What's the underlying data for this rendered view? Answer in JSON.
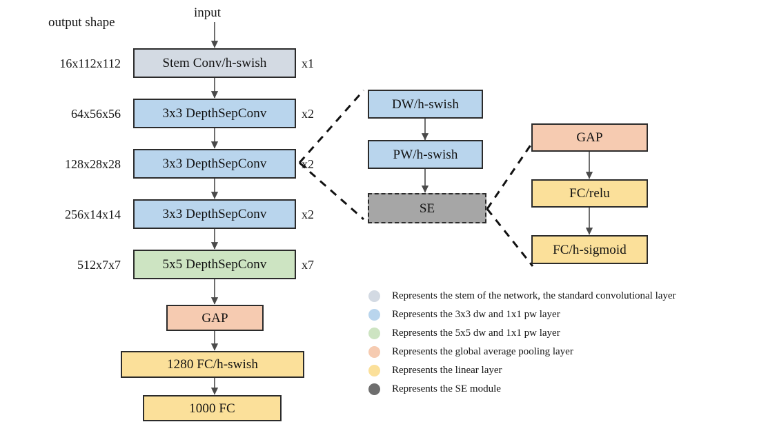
{
  "diagram": {
    "title_label": "output shape",
    "input_label": "input",
    "colors": {
      "stem": "#d3dae3",
      "blue": "#b9d5ed",
      "green": "#cde4c2",
      "salmon": "#f6cbb1",
      "yellow": "#fbe09a",
      "gray": "#a6a6a6",
      "stroke": "#2b2b2b",
      "arrow": "#4a4a4a",
      "dashed": "#111111"
    }
  },
  "main_column": {
    "blocks": [
      {
        "shape": "16x112x112",
        "label": "Stem Conv/h-swish",
        "mult": "x1",
        "fill": "stem"
      },
      {
        "shape": "64x56x56",
        "label": "3x3 DepthSepConv",
        "mult": "x2",
        "fill": "blue"
      },
      {
        "shape": "128x28x28",
        "label": "3x3 DepthSepConv",
        "mult": "x2",
        "fill": "blue"
      },
      {
        "shape": "256x14x14",
        "label": "3x3 DepthSepConv",
        "mult": "x2",
        "fill": "blue"
      },
      {
        "shape": "512x7x7",
        "label": "5x5 DepthSepConv",
        "mult": "x7",
        "fill": "green"
      },
      {
        "shape": "",
        "label": "GAP",
        "mult": "",
        "fill": "salmon"
      },
      {
        "shape": "",
        "label": "1280 FC/h-swish",
        "mult": "",
        "fill": "yellow"
      },
      {
        "shape": "",
        "label": "1000 FC",
        "mult": "",
        "fill": "yellow"
      }
    ]
  },
  "detail_block": {
    "blocks": [
      {
        "label": "DW/h-swish",
        "fill": "blue",
        "dashed": false
      },
      {
        "label": "PW/h-swish",
        "fill": "blue",
        "dashed": false
      },
      {
        "label": "SE",
        "fill": "gray",
        "dashed": true
      }
    ]
  },
  "se_block": {
    "blocks": [
      {
        "label": "GAP",
        "fill": "salmon"
      },
      {
        "label": "FC/relu",
        "fill": "yellow"
      },
      {
        "label": "FC/h-sigmoid",
        "fill": "yellow"
      }
    ]
  },
  "legend": {
    "items": [
      {
        "color": "#d3dae3",
        "text": "Represents the stem of the network, the standard convolutional layer"
      },
      {
        "color": "#b9d5ed",
        "text": "Represents the 3x3 dw and 1x1 pw layer"
      },
      {
        "color": "#cde4c2",
        "text": "Represents the 5x5 dw and 1x1 pw layer"
      },
      {
        "color": "#f6cbb1",
        "text": "Represents the global average pooling layer"
      },
      {
        "color": "#fbe09a",
        "text": "Represents the linear layer"
      },
      {
        "color": "#6e6e6e",
        "text": "Represents the SE module"
      }
    ]
  }
}
